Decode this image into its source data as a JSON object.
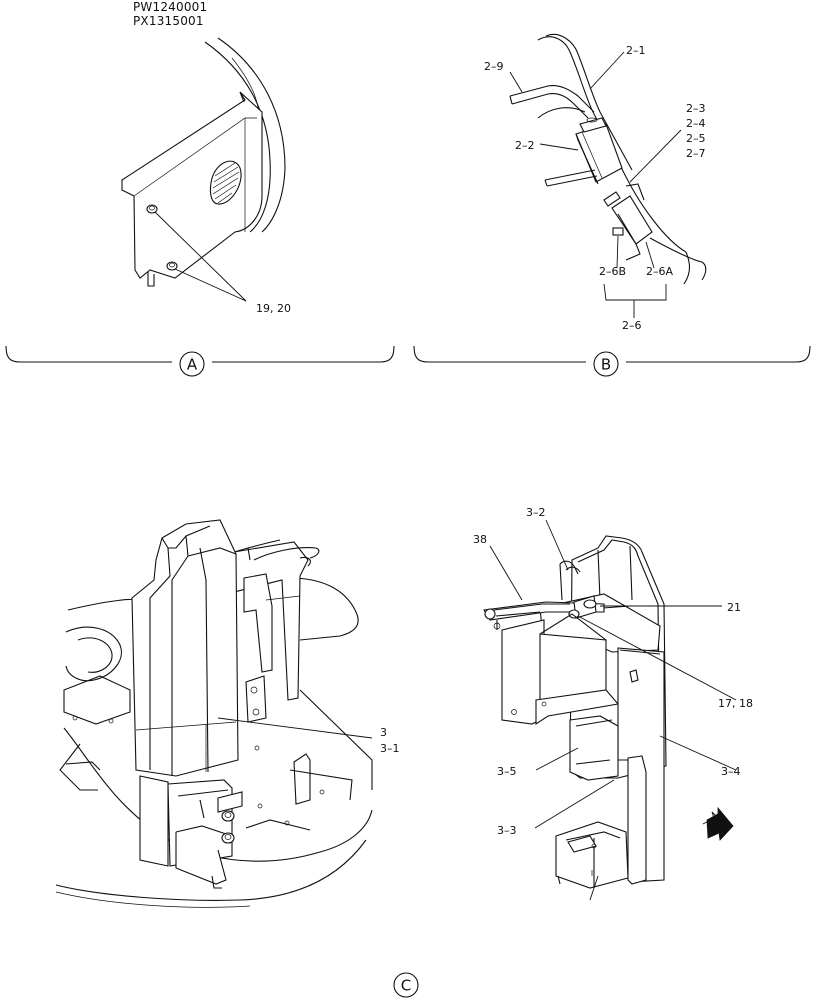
{
  "header": {
    "code_1": "PW1240001",
    "code_2": "PX1315001"
  },
  "views": {
    "a": "A",
    "b": "B",
    "c": "C"
  },
  "labels_a": {
    "fastener": "19, 20"
  },
  "labels_b": {
    "p2_1": "2–1",
    "p2_9": "2–9",
    "p2_2": "2–2",
    "p2_3": "2–3",
    "p2_4": "2–4",
    "p2_5": "2–5",
    "p2_7": "2–7",
    "p2_6b": "2–6B",
    "p2_6a": "2–6A",
    "p2_6": "2–6"
  },
  "labels_c_left": {
    "p3": "3",
    "p3_1": "3–1"
  },
  "labels_c_right": {
    "p3_2": "3–2",
    "p38": "38",
    "p21": "21",
    "p17_18": "17, 18",
    "p3_5": "3–5",
    "p3_4": "3–4",
    "p3_3": "3–3"
  }
}
